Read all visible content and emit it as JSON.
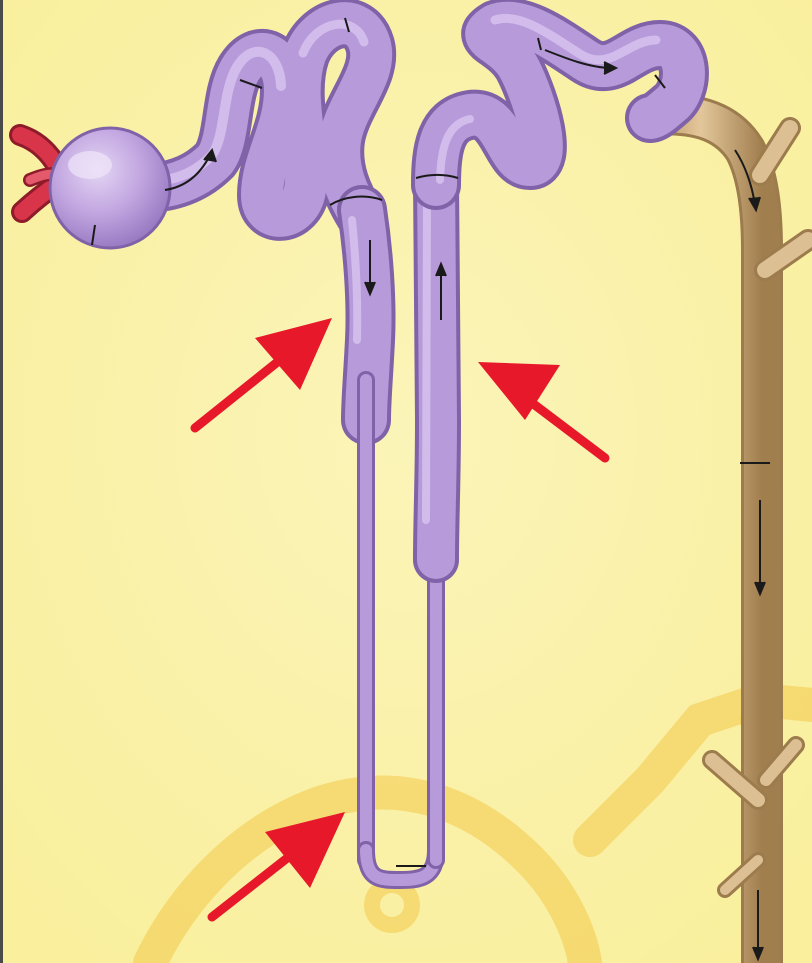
{
  "diagram": {
    "type": "nephron-anatomy",
    "labels": [],
    "colors": {
      "background": "#f9ef9c",
      "background_glow": "#fbf4b8",
      "tubule_fill": "#b79ad9",
      "tubule_light": "#d8c4ef",
      "tubule_dark": "#7f62a8",
      "capsule_fill": "#c2a6e0",
      "collecting_duct_fill": "#d3b384",
      "collecting_duct_dark": "#9c7b4d",
      "arteriole": "#d8344a",
      "pointer_arrow": "#e8182b",
      "flow_arrow": "#1a1a1a",
      "outline": "#3a2a52",
      "watermark": "#f2c84a",
      "left_edge": "#4a4a4a"
    },
    "pointer_arrows": [
      {
        "target": "descending-limb-thick-segment",
        "direction": "up-right"
      },
      {
        "target": "ascending-limb-thick-segment",
        "direction": "up-left"
      },
      {
        "target": "loop-of-henle-bend",
        "direction": "up-right"
      }
    ],
    "flow_arrows": [
      {
        "segment": "proximal-convoluted-tubule",
        "direction": "right"
      },
      {
        "segment": "descending-limb",
        "direction": "down"
      },
      {
        "segment": "ascending-limb",
        "direction": "up"
      },
      {
        "segment": "distal-convoluted-tubule",
        "direction": "right"
      },
      {
        "segment": "collecting-duct-top",
        "direction": "down"
      },
      {
        "segment": "collecting-duct-middle",
        "direction": "down"
      },
      {
        "segment": "collecting-duct-bottom",
        "direction": "down"
      }
    ],
    "watermark": {
      "visible": true
    }
  }
}
